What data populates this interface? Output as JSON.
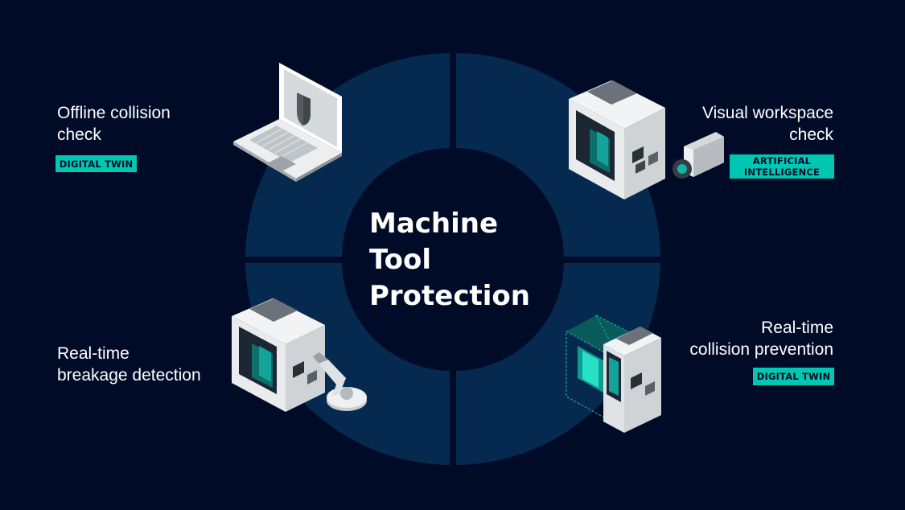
{
  "center": {
    "line1": "Machine",
    "line2": "Tool",
    "line3": "Protection"
  },
  "quadrants": {
    "top_left": {
      "line1": "Offline collision",
      "line2": "check",
      "badge": "DIGITAL TWIN"
    },
    "top_right": {
      "line1": "Visual workspace",
      "line2": "check",
      "badge_line1": "ARTIFICIAL",
      "badge_line2": "INTELLIGENCE"
    },
    "bottom_left": {
      "line1": "Real-time",
      "line2": "breakage detection"
    },
    "bottom_right": {
      "line1": "Real-time",
      "line2": "collision prevention",
      "badge": "DIGITAL TWIN"
    }
  },
  "colors": {
    "background": "#000b28",
    "ring": "#062a4f",
    "accent": "#00c7b2"
  },
  "icons": [
    "laptop-shield-icon",
    "machine-tool-camera-icon",
    "machine-tool-robot-arm-icon",
    "machine-tool-digital-twin-icon"
  ]
}
